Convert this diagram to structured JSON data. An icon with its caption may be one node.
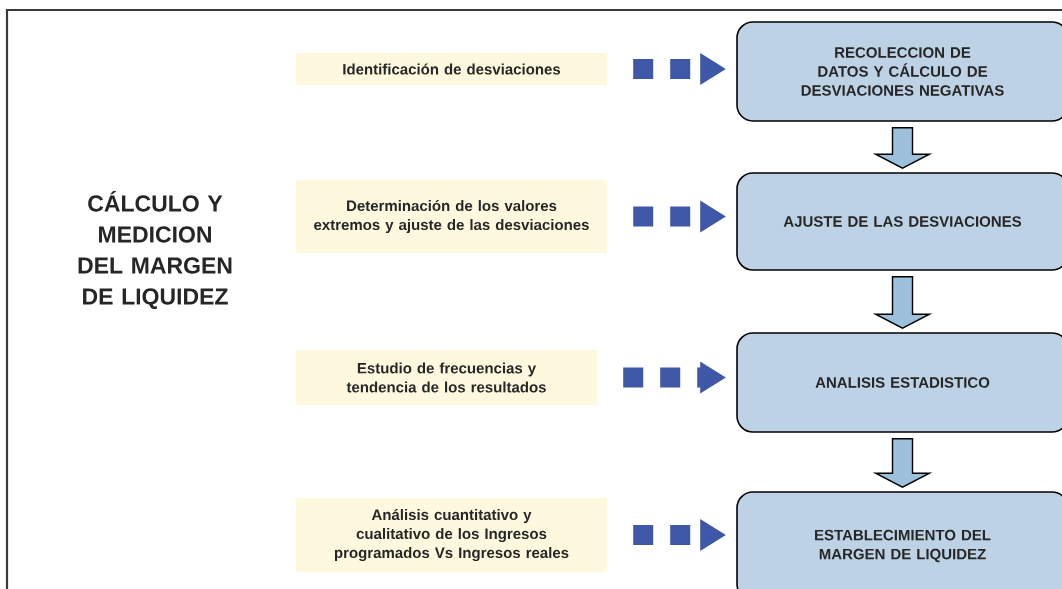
{
  "diagram": {
    "title": "CÁLCULO Y MEDICION DEL MARGEN DE LIQUIDEZ",
    "nodes": [
      {
        "text": [
          "Identificación de desviaciones"
        ]
      },
      {
        "text": [
          "RECOLECCION DE DATOS Y CÁLCULO DE DESVIACIONES NEGATIVAS"
        ]
      },
      {
        "text": [
          "Determinación de los valores extremos y ajuste de las desviaciones"
        ]
      },
      {
        "text": [
          "AJUSTE DE LAS DESVIACIONES"
        ]
      },
      {
        "text": [
          "Estudio de frecuencias y tendencia de los resultados"
        ]
      },
      {
        "text": [
          "ANALISIS ESTADISTICO"
        ]
      },
      {
        "text": [
          "Análisis cuantitativo y cualitativo de los Ingresos programados Vs Ingresos reales"
        ]
      },
      {
        "text": [
          "ESTABLECIMIENTO DEL MARGEN DE LIQUIDEZ"
        ]
      }
    ],
    "edges": [
      {
        "from": 0,
        "to": 1,
        "arrow": "to",
        "style": "dashed",
        "color": "#3e57a6"
      },
      {
        "from": 2,
        "to": 3,
        "arrow": "to",
        "style": "dashed",
        "color": "#3e57a6"
      },
      {
        "from": 4,
        "to": 5,
        "arrow": "to",
        "style": "dashed",
        "color": "#3e57a6"
      },
      {
        "from": 6,
        "to": 7,
        "arrow": "to",
        "style": "dashed",
        "color": "#3e57a6"
      },
      {
        "from": 1,
        "to": 3,
        "arrow": "to",
        "style": "thick",
        "color": "#9dc1dc"
      },
      {
        "from": 3,
        "to": 5,
        "arrow": "to",
        "style": "thick",
        "color": "#9dc1dc"
      },
      {
        "from": 5,
        "to": 7,
        "arrow": "to",
        "style": "thick",
        "color": "#9dc1dc"
      }
    ]
  }
}
